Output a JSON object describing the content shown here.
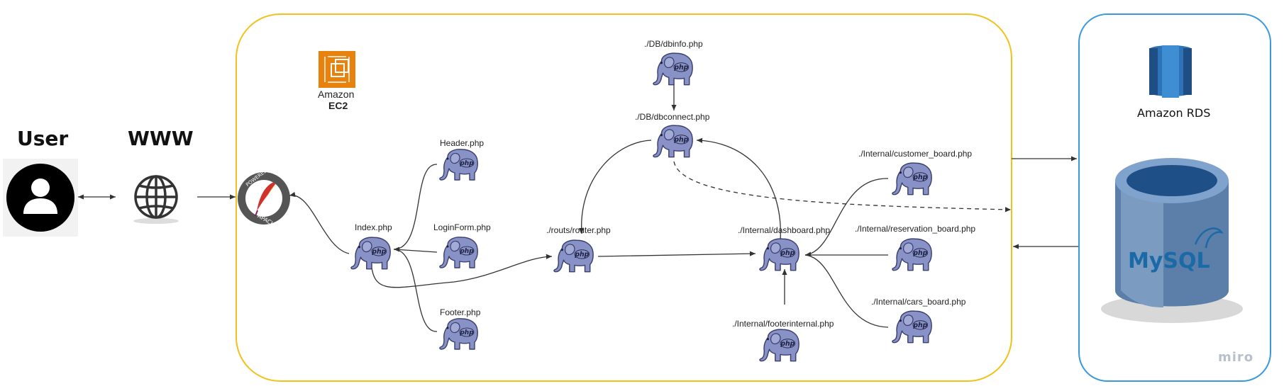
{
  "labels": {
    "user": "User",
    "www": "WWW",
    "ec2_line1": "Amazon",
    "ec2_line2": "EC2",
    "rds": "Amazon RDS",
    "mysql": "MySQL",
    "apache_top": "POWERED BY",
    "apache_bottom": "APACHE",
    "watermark": "miro"
  },
  "files": {
    "header": "Header.php",
    "loginform": "LoginForm.php",
    "footer": "Footer.php",
    "index": "Index.php",
    "router": "./routs/router.php",
    "dbinfo": "./DB/dbinfo.php",
    "dbconnect": "./DB/dbconnect.php",
    "dashboard": "./Internal/dashboard.php",
    "footerinternal": "./Internal/footerinternal.php",
    "customer_board": "./Internal/customer_board.php",
    "reservation_board": "./Internal/reservation_board.php",
    "cars_board": "./Internal/cars_board.php"
  },
  "colors": {
    "ec2_border": "#f2c21a",
    "rds_border": "#3a9ad9",
    "ec2_icon": "#e8820c",
    "rds_icon": "#2e73b8",
    "php_elephant": "#8892c6",
    "mysql_blue": "#1a6aa8",
    "mysql_orange": "#e48e00"
  },
  "icons": {
    "user": "user-avatar-icon",
    "www": "globe-icon",
    "apache": "apache-feather-icon",
    "ec2": "ec2-chip-icon",
    "rds": "rds-database-icon",
    "mysql": "mysql-cylinder-icon",
    "php": "php-elephant-icon"
  }
}
